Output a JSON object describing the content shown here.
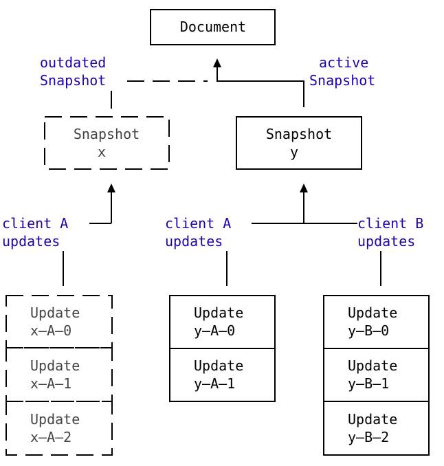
{
  "colors": {
    "ink": "#000000",
    "faded": "#444444",
    "accent": "#2200aa",
    "background": "#ffffff"
  },
  "nodes": {
    "document": {
      "label": "Document"
    },
    "snapshot_x": {
      "line1": "Snapshot",
      "line2": "x",
      "outdated": true
    },
    "snapshot_y": {
      "line1": "Snapshot",
      "line2": "y",
      "outdated": false
    },
    "updates_x": [
      {
        "line1": "Update",
        "line2": "x–A–0"
      },
      {
        "line1": "Update",
        "line2": "x–A–1"
      },
      {
        "line1": "Update",
        "line2": "x–A–2"
      }
    ],
    "updates_y_a": [
      {
        "line1": "Update",
        "line2": "y–A–0"
      },
      {
        "line1": "Update",
        "line2": "y–A–1"
      }
    ],
    "updates_y_b": [
      {
        "line1": "Update",
        "line2": "y–B–0"
      },
      {
        "line1": "Update",
        "line2": "y–B–1"
      },
      {
        "line1": "Update",
        "line2": "y–B–2"
      }
    ]
  },
  "edge_labels": {
    "outdated_snapshot": {
      "line1": "outdated",
      "line2": "Snapshot"
    },
    "active_snapshot": {
      "line1": "active",
      "line2": "Snapshot"
    },
    "client_a_x": {
      "line1": "client A",
      "line2": "updates"
    },
    "client_a_y": {
      "line1": "client A",
      "line2": "updates"
    },
    "client_b_y": {
      "line1": "client B",
      "line2": "updates"
    }
  }
}
